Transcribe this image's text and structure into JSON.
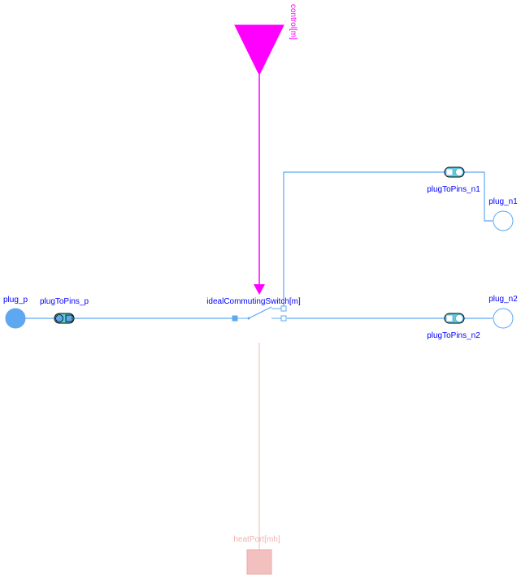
{
  "components": {
    "control": {
      "label": "control[m]"
    },
    "heat_port": {
      "label": "heatPort[mh]"
    },
    "plug_p": {
      "label": "plug_p"
    },
    "plug_n1": {
      "label": "plug_n1"
    },
    "plug_n2": {
      "label": "plug_n2"
    },
    "plug_to_pins_p": {
      "label": "plugToPins_p"
    },
    "plug_to_pins_n1": {
      "label": "plugToPins_n1"
    },
    "plug_to_pins_n2": {
      "label": "plugToPins_n2"
    },
    "switch": {
      "label": "idealCommutingSwitch[m]"
    }
  },
  "colors": {
    "wire": "#5ea8f2",
    "control": "#ff00ff",
    "heat": "#f0b3b3",
    "label": "#0000ff",
    "plug_fill": "#5ea8f2",
    "connector_fill": "#5ccfcf"
  }
}
